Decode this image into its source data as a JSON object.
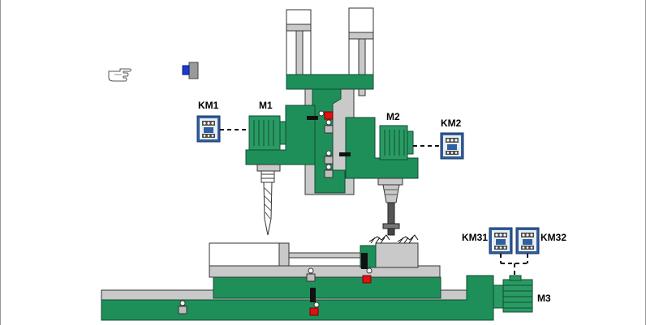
{
  "labels": {
    "km1": "KM1",
    "km2": "KM2",
    "km31": "KM31",
    "km32": "KM32",
    "m1": "M1",
    "m2": "M2",
    "m3": "M3"
  },
  "colors": {
    "machine_green": "#1f8f5a",
    "motor_green": "#2a9a64",
    "contactor_blue": "#2f5f9e",
    "piston_gray": "#c9c9c9",
    "limit_switch_red": "#dd1111",
    "push_button_blue": "#1a3ad8"
  },
  "icons": [
    "pointing-hand-icon",
    "push-button-icon",
    "contactor-icon",
    "motor-icon",
    "drill-bit-icon",
    "tap-tool-icon",
    "limit-switch-icon",
    "workpiece-clamp-icon"
  ]
}
